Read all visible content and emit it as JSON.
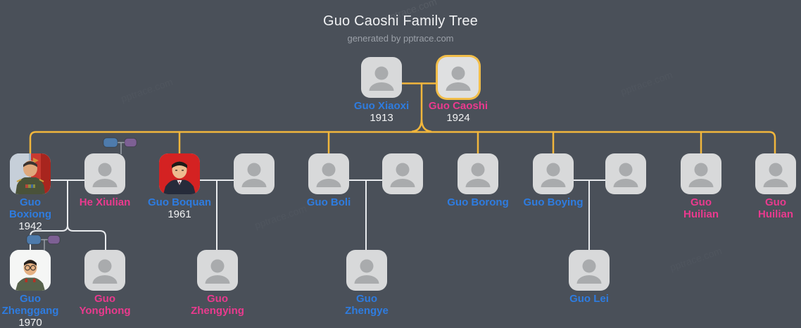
{
  "header": {
    "title": "Guo Caoshi Family Tree",
    "subtitle": "generated by pptrace.com",
    "watermark": "pptrace.com"
  },
  "colors": {
    "background": "#4a5059",
    "male_name": "#2e7ce0",
    "female_name": "#ea3a8e",
    "year_text": "#f2f3f4",
    "subtitle_text": "#9ba0a8",
    "highlight_border": "#f1bd49",
    "parent_child_line": "#f1b63c",
    "spouse_line": "#e9ebee",
    "node_placeholder": "#d8d9da",
    "node_silhouette": "#a9abad",
    "collapsed_icon_blue": "#4e7bac",
    "collapsed_icon_purple": "#7d6094"
  },
  "people": {
    "guo_xiaoxi": {
      "name": "Guo Xiaoxi",
      "year": "1913",
      "gender": "male"
    },
    "guo_caoshi": {
      "name": "Guo Caoshi",
      "year": "1924",
      "gender": "female",
      "highlighted": true
    },
    "guo_boxiong": {
      "name": "Guo\nBoxiong",
      "year": "1942",
      "gender": "male",
      "has_photo": true
    },
    "he_xiulian": {
      "name": "He Xiulian",
      "gender": "female"
    },
    "guo_boquan": {
      "name": "Guo Boquan",
      "year": "1961",
      "gender": "male",
      "has_photo": true
    },
    "guo_boli": {
      "name": "Guo Boli",
      "gender": "male"
    },
    "guo_borong": {
      "name": "Guo Borong",
      "gender": "male"
    },
    "guo_boying": {
      "name": "Guo Boying",
      "gender": "male"
    },
    "guo_huilian_1": {
      "name": "Guo\nHuilian",
      "gender": "female"
    },
    "guo_huilian_2": {
      "name": "Guo\nHuilian",
      "gender": "female"
    },
    "guo_zhenggang": {
      "name": "Guo\nZhenggang",
      "year": "1970",
      "gender": "male",
      "has_photo": true
    },
    "guo_yonghong": {
      "name": "Guo\nYonghong",
      "gender": "female"
    },
    "guo_zhengying": {
      "name": "Guo\nZhengying",
      "gender": "female"
    },
    "guo_zhengye": {
      "name": "Guo\nZhengye",
      "gender": "male"
    },
    "guo_lei": {
      "name": "Guo Lei",
      "gender": "male"
    }
  },
  "relationships": {
    "root_couple": [
      "Guo Xiaoxi",
      "Guo Caoshi"
    ],
    "children_of_root_couple": [
      "Guo Boxiong",
      "Guo Boquan",
      "Guo Boli",
      "Guo Borong",
      "Guo Boying",
      "Guo Huilian",
      "Guo Huilian"
    ],
    "couples": [
      [
        "Guo Boxiong",
        "He Xiulian"
      ],
      [
        "Guo Boquan",
        "unnamed spouse"
      ],
      [
        "Guo Boli",
        "unnamed spouse"
      ],
      [
        "Guo Boying",
        "unnamed spouse"
      ]
    ],
    "children": {
      "guo_boxiong_he_xiulian": [
        "Guo Zhenggang",
        "Guo Yonghong"
      ],
      "guo_boquan": [
        "Guo Zhengying"
      ],
      "guo_boli": [
        "Guo Zhengye"
      ],
      "guo_boying": [
        "Guo Lei"
      ]
    }
  }
}
